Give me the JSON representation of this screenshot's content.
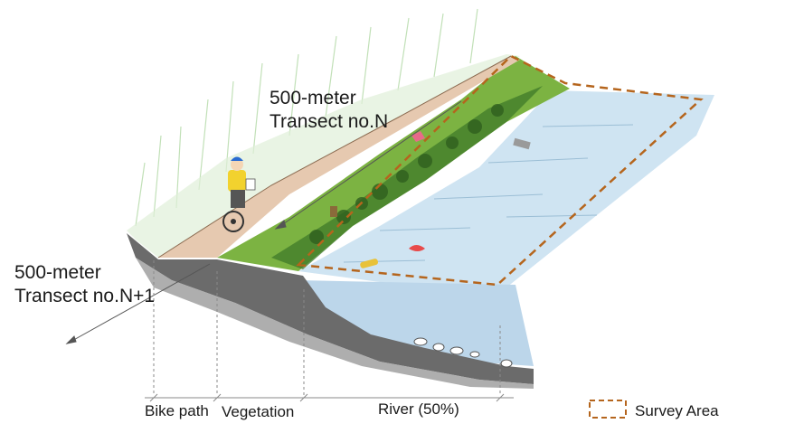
{
  "transects": {
    "current": {
      "line1": "500-meter",
      "line2": "Transect no.N"
    },
    "next": {
      "line1": "500-meter",
      "line2": "Transect no.N+1"
    }
  },
  "zones": {
    "bike_path": "Bike path",
    "vegetation": "Vegetation",
    "river": "River (50%)"
  },
  "legend": {
    "survey_area": "Survey Area"
  },
  "colors": {
    "survey_outline": "#b5651d",
    "river": "#cfe4f2",
    "vegetation": "#7cb342",
    "path": "#e6c9b0",
    "bank": "#6b6b6b"
  }
}
